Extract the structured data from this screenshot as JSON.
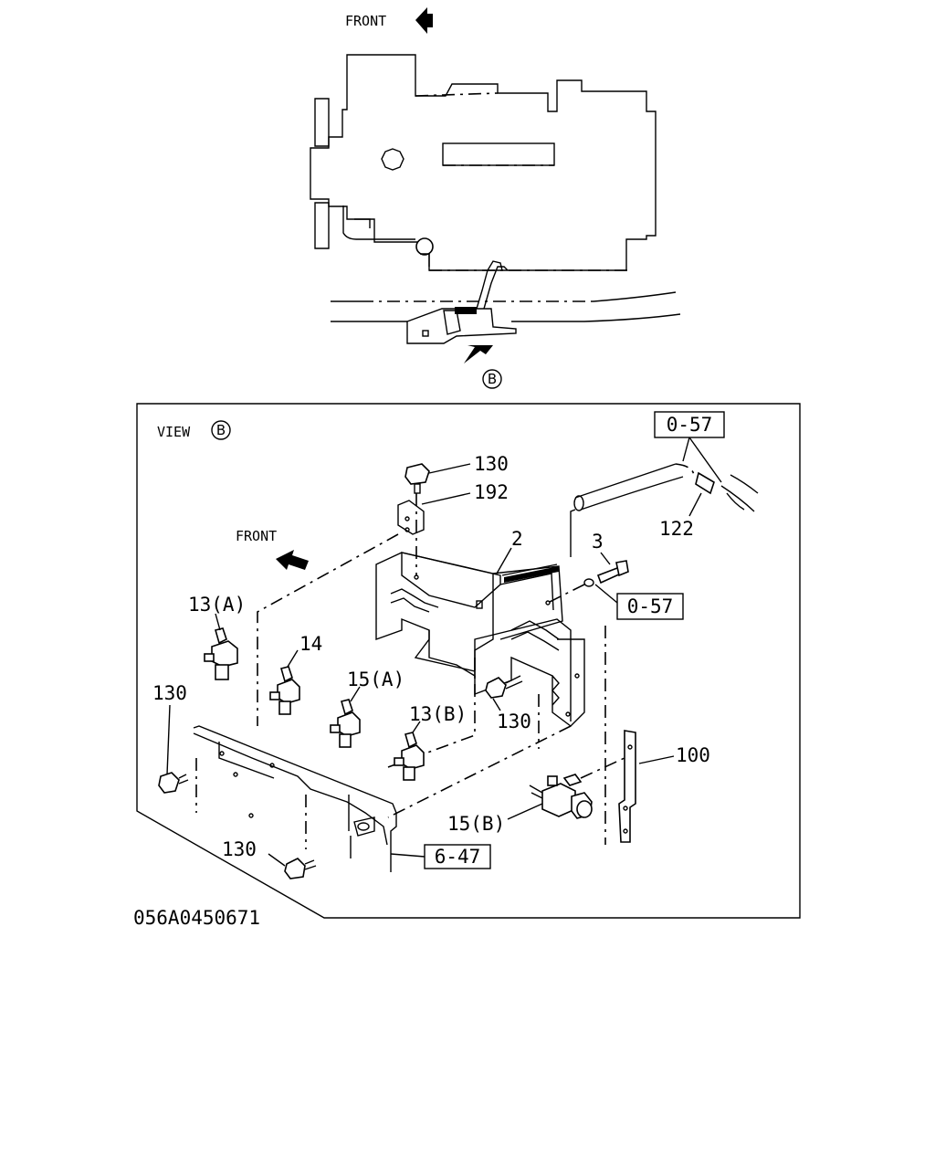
{
  "top_view": {
    "front_label": "FRONT",
    "view_marker": "B"
  },
  "view_b": {
    "title": "VIEW",
    "title_marker": "B",
    "front_label": "FRONT",
    "ref_boxes": [
      "0-57",
      "0-57",
      "6-47"
    ],
    "callouts": {
      "c130_top": "130",
      "c192": "192",
      "c2": "2",
      "c3": "3",
      "c122": "122",
      "c13a": "13(A)",
      "c14": "14",
      "c15a": "15(A)",
      "c13b": "13(B)",
      "c130_mid": "130",
      "c130_left": "130",
      "c100": "100",
      "c15b": "15(B)",
      "c130_bottom": "130"
    }
  },
  "drawing_code": "056A0450671"
}
